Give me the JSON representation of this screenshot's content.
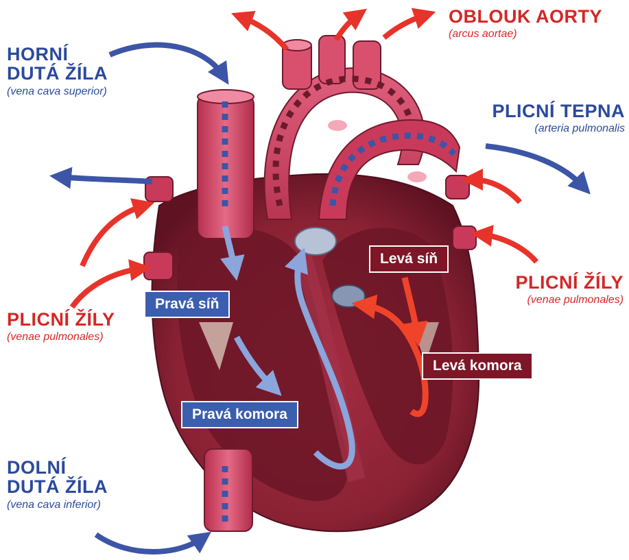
{
  "labels": {
    "svc": {
      "name": "HORNÍ\nDUTÁ ŽÍLA",
      "latin": "(vena cava superior)"
    },
    "ivc": {
      "name": "DOLNÍ\nDUTÁ ŽÍLA",
      "latin": "(vena cava inferior)"
    },
    "aorta": {
      "name": "OBLOUK AORTY",
      "latin": "(arcus aortae)"
    },
    "pa": {
      "name": "PLICNÍ TEPNA",
      "latin": "(arteria pulmonalis"
    },
    "pv_left": {
      "name": "PLICNÍ ŽÍLY",
      "latin": "(venae pulmonales)"
    },
    "pv_right": {
      "name": "PLICNÍ ŽÍLY",
      "latin": "(venae pulmonales)"
    }
  },
  "chambers": {
    "right_atrium": "Pravá síň",
    "right_ventricle": "Pravá komora",
    "left_atrium": "Levá síň",
    "left_ventricle": "Levá komora"
  },
  "colors": {
    "deoxygenated": "#3d55a6",
    "oxygenated": "#e8332a",
    "heart_muscle": "#8f2536",
    "vessel_pink": "#d94a6a"
  }
}
